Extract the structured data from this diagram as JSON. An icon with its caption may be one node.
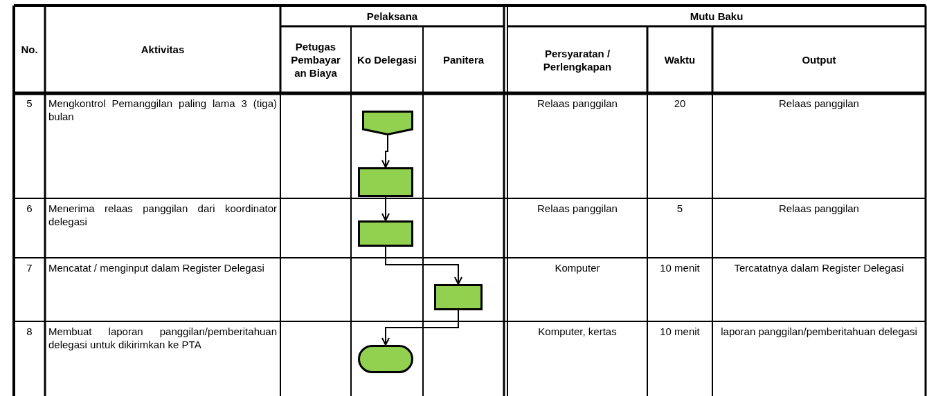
{
  "diagram": {
    "nodes": [
      {
        "text": [],
        "shape": "pentagon"
      },
      {
        "text": [],
        "shape": "box"
      },
      {
        "text": [],
        "shape": "box"
      },
      {
        "text": [],
        "shape": "box"
      },
      {
        "text": [],
        "shape": "oval"
      }
    ],
    "edges": [
      {
        "from": 0,
        "to": 1,
        "arrow": "to"
      },
      {
        "from": 1,
        "to": 2,
        "arrow": "to"
      },
      {
        "from": 2,
        "to": 3,
        "arrow": "to"
      },
      {
        "from": 3,
        "to": 4,
        "arrow": "to"
      }
    ],
    "labels": [
      "No.",
      "Aktivitas",
      "Pelaksana",
      "Mutu Baku",
      "Petugas Pembayar an Biaya",
      "Ko Delegasi",
      "Panitera",
      "Persyaratan / Perlengkapan",
      "Waktu",
      "Output",
      "5",
      "Mengkontrol Pemanggilan paling lama 3 (tiga) bulan",
      "Relaas panggilan",
      "20",
      "Relaas panggilan",
      "6",
      "Menerima relaas panggilan dari koordinator delegasi",
      "Relaas panggilan",
      "5",
      "Relaas panggilan",
      "7",
      "Mencatat / menginput dalam Register Delegasi",
      "Komputer",
      "10 menit",
      "Tercatatnya dalam Register Delegasi",
      "8",
      "Membuat laporan panggilan/pemberitahuan delegasi untuk dikirimkan ke PTA",
      "Komputer, kertas",
      "10 menit",
      "laporan panggilan/pemberitahuan delegasi"
    ]
  }
}
